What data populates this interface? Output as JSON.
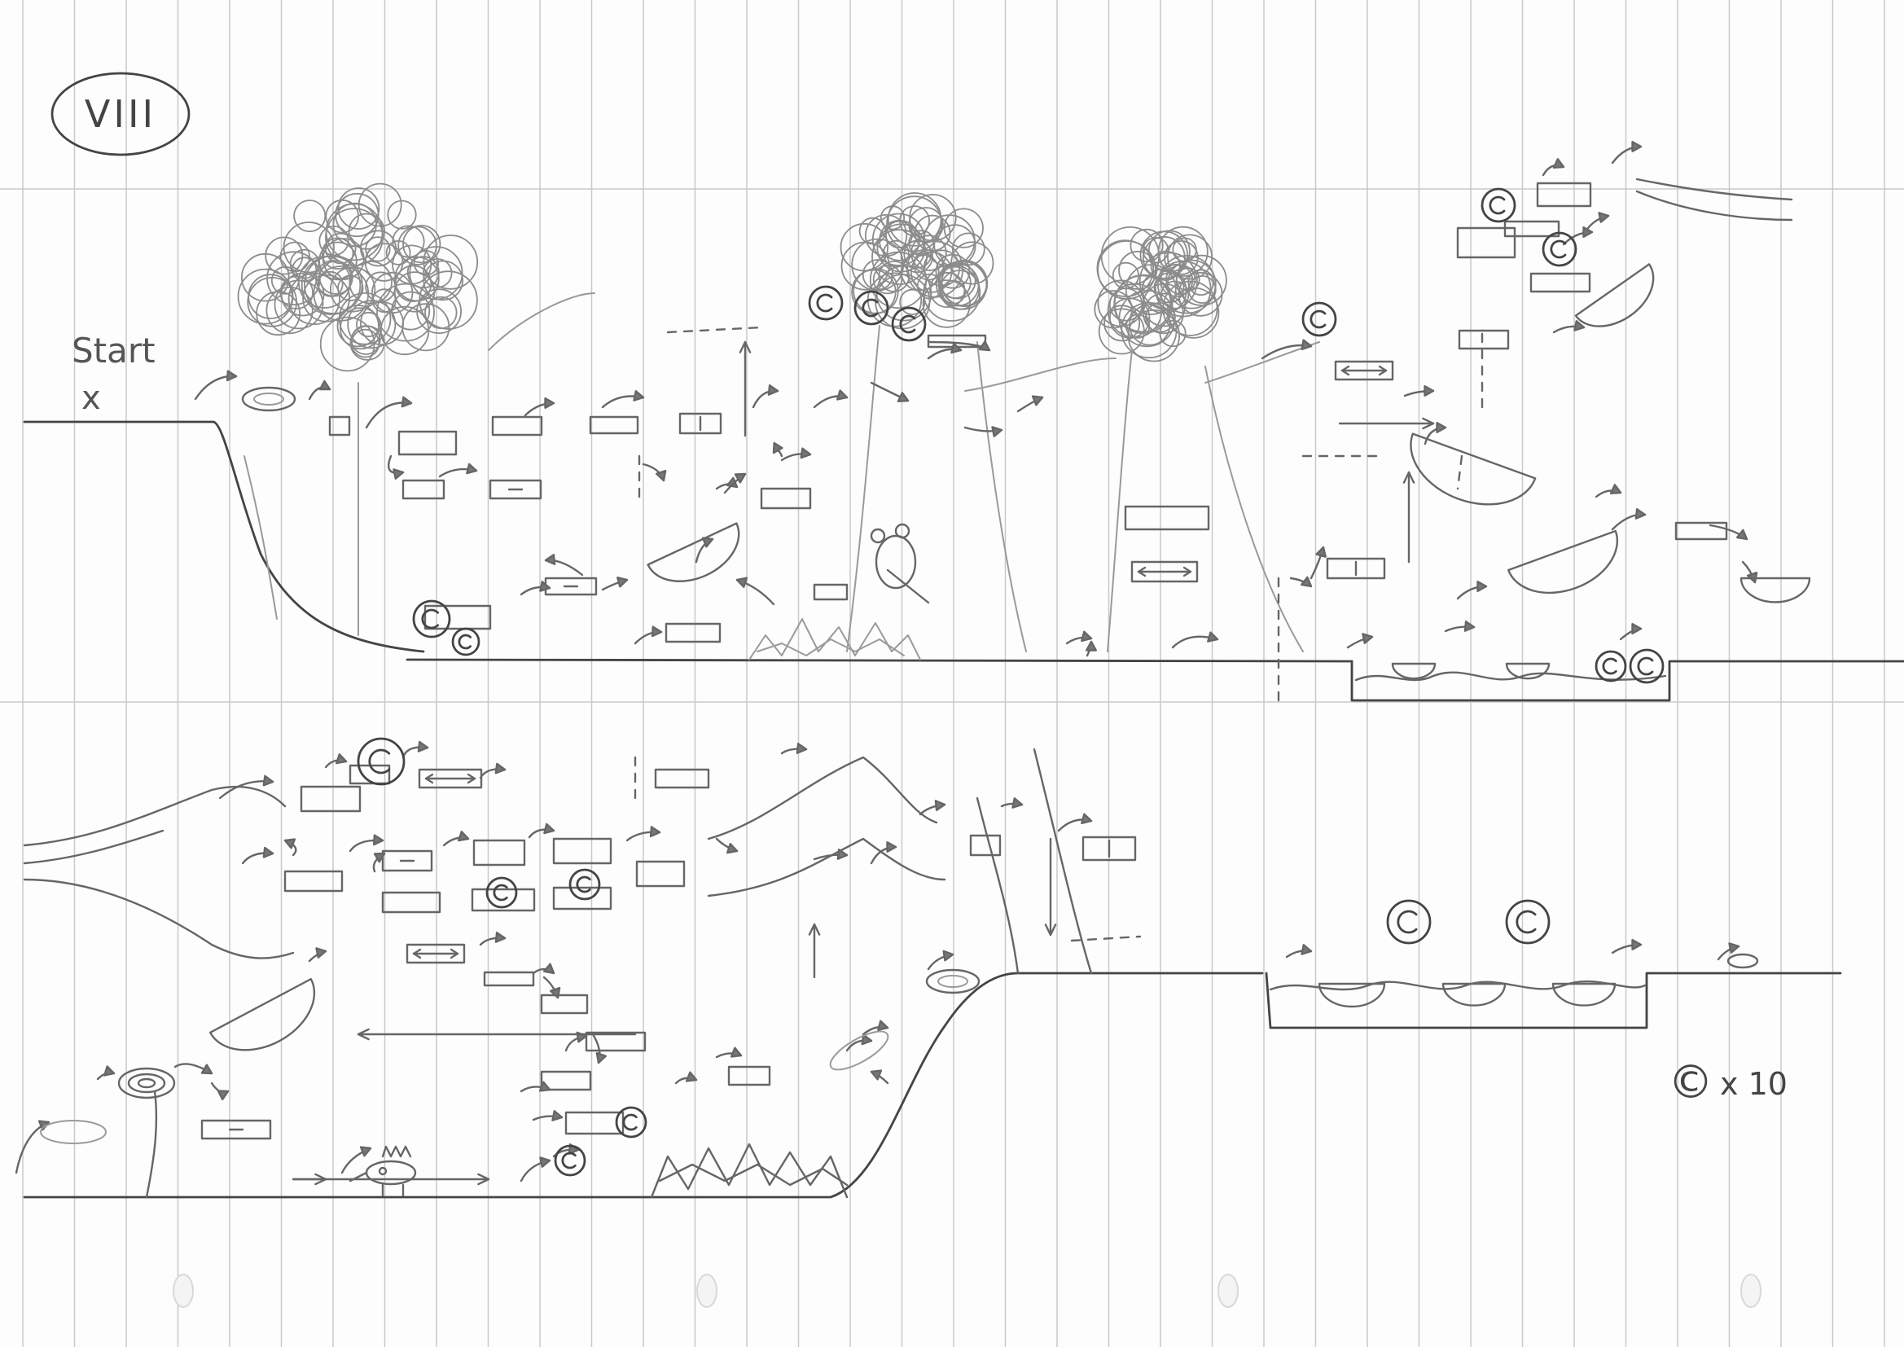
{
  "level_label": "VIII",
  "start_label": "Start",
  "start_marker": "x",
  "coin_glyph": "©",
  "coin_count_label": "x 10",
  "icons": {
    "coin": "coin-icon",
    "arrow": "arrow-icon",
    "platform": "platform-icon",
    "tree": "tree-icon",
    "enemy": "enemy-icon",
    "spikes": "spikes-icon",
    "bowl": "bowl-icon",
    "trampoline": "trampoline-icon"
  },
  "colors": {
    "paper": "#fdfdfd",
    "grid": "#c9c9c9",
    "pencil": "#666666"
  }
}
